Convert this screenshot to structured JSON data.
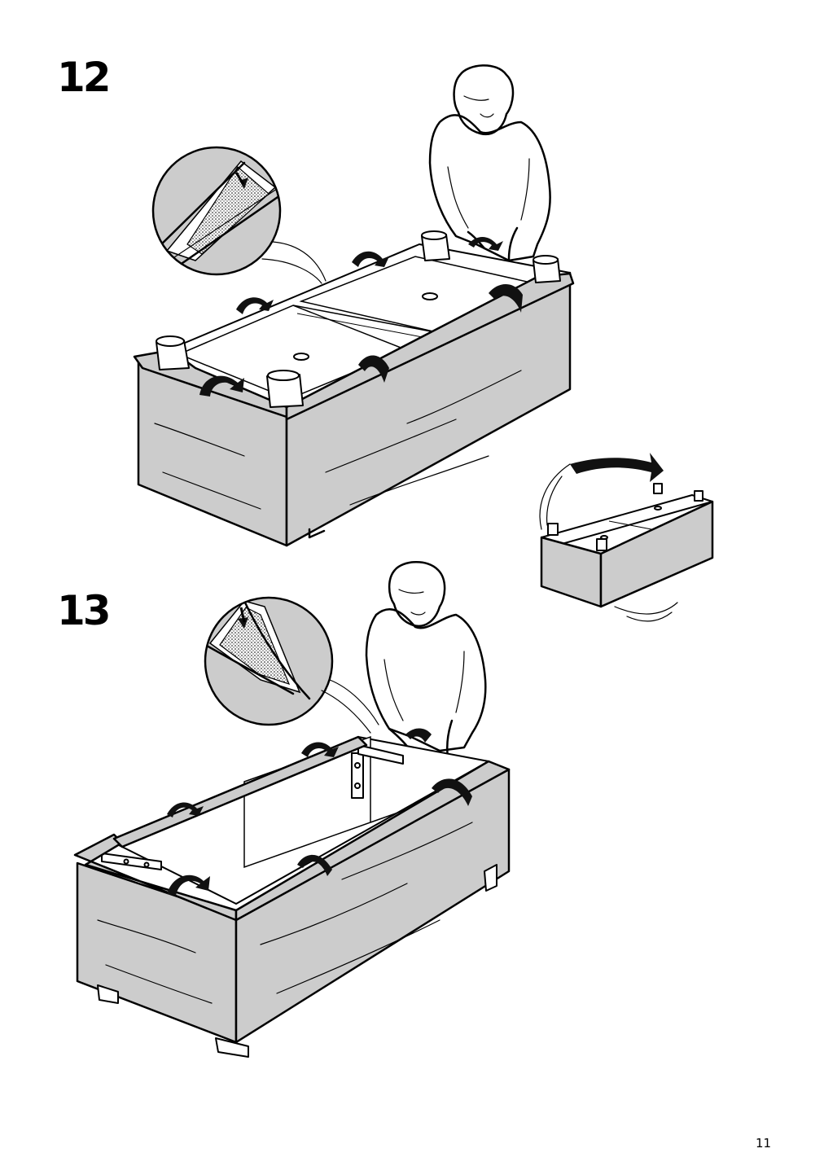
{
  "steps": [
    {
      "number": "12"
    },
    {
      "number": "13"
    }
  ],
  "page": {
    "number": "11"
  }
}
